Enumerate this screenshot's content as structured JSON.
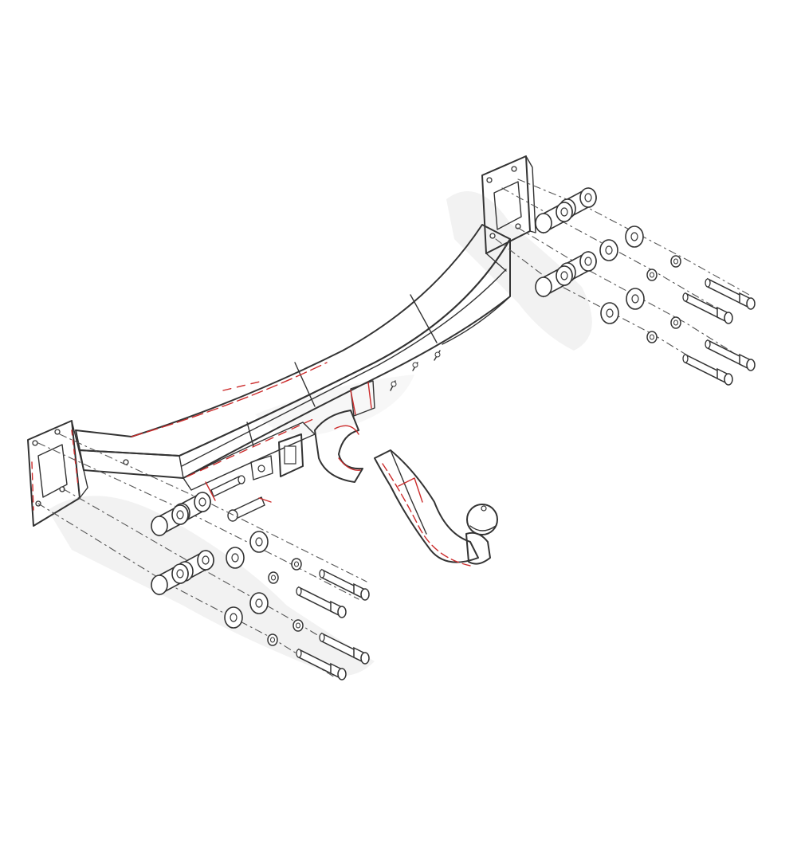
{
  "diagram": {
    "kind": "exploded-assembly",
    "palette": {
      "outline": "#333333",
      "red_trace": "#cc2b2b",
      "ghost_fill": "#efefef",
      "background": "#ffffff"
    },
    "hardware": {
      "left_spacers": 4,
      "left_washers": 4,
      "left_nuts": 4,
      "left_bolts": 4,
      "right_spacers": 4,
      "right_washers": 4,
      "right_nuts": 4,
      "right_bolts": 4
    }
  }
}
